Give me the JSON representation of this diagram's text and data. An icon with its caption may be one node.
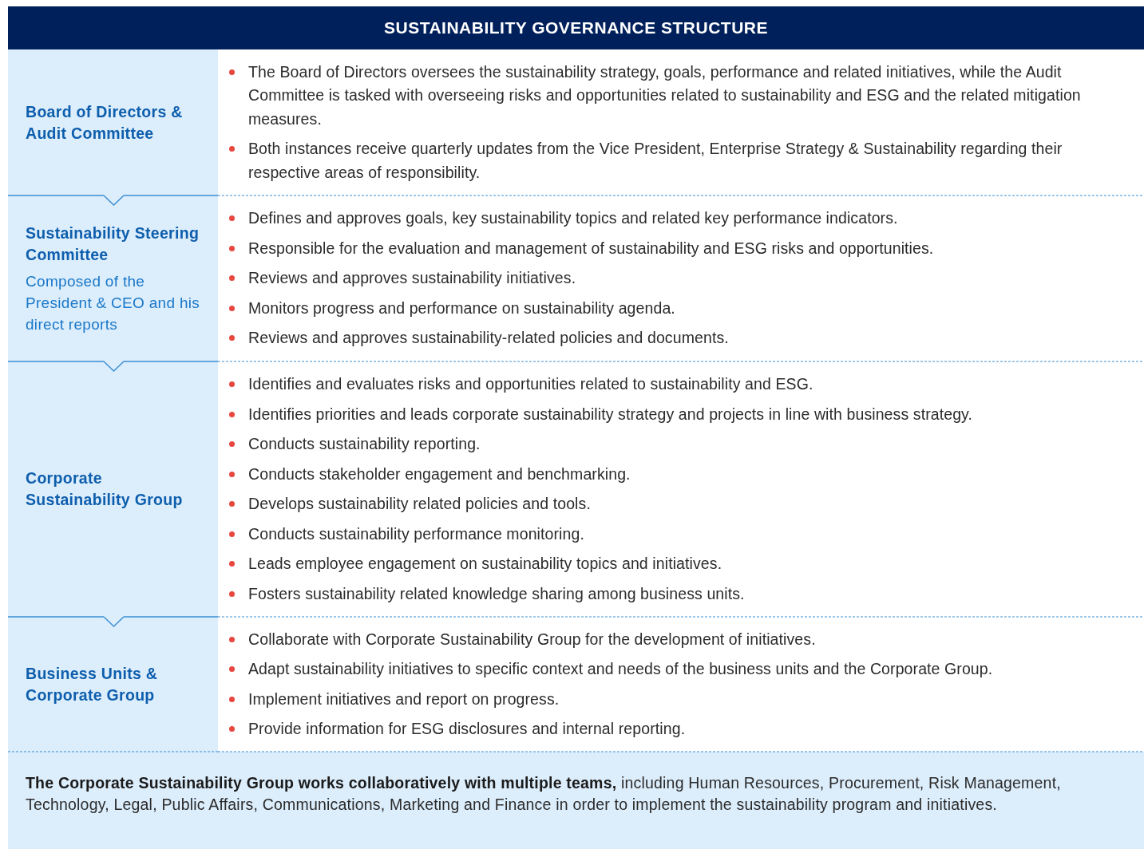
{
  "diagram": {
    "title": "SUSTAINABILITY GOVERNANCE STRUCTURE",
    "nodes": [
      {
        "text": [
          "Board of Directors & Audit Committee"
        ]
      },
      {
        "text": [
          "Sustainability Steering Committee",
          "Composed of the President & CEO and his direct reports"
        ]
      },
      {
        "text": [
          "Corporate Sustainability Group"
        ]
      },
      {
        "text": [
          "Business Units & Corporate Group"
        ]
      },
      {
        "text": [
          "**The Corporate Sustainability Group works collaboratively with multiple teams,** including Human Resources, Procurement, Risk Management, Technology, Legal, Public Affairs, Communications, Marketing and Finance in order to implement the sustainability program and initiatives."
        ]
      }
    ],
    "edges": [
      {
        "from": 0,
        "to": 1,
        "arrow": "to"
      },
      {
        "from": 1,
        "to": 2,
        "arrow": "to"
      },
      {
        "from": 2,
        "to": 3,
        "arrow": "to"
      }
    ],
    "labels": [
      "The Board of Directors oversees the sustainability strategy, goals, performance and related initiatives, while the Audit Committee is tasked with overseeing risks and opportunities related to sustainability and ESG and the related mitigation measures.",
      "Both instances receive quarterly updates from the Vice President, Enterprise Strategy & Sustainability regarding their respective areas of responsibility.",
      "Defines and approves goals, key sustainability topics and related key performance indicators.",
      "Responsible for the evaluation and management of sustainability and ESG risks and opportunities.",
      "Reviews and approves sustainability initiatives.",
      "Monitors progress and performance on sustainability agenda.",
      "Reviews and approves sustainability-related policies and documents.",
      "Identifies and evaluates risks and opportunities related to sustainability and ESG.",
      "Identifies priorities and leads corporate sustainability strategy and projects in line with business strategy.",
      "Conducts sustainability reporting.",
      "Conducts stakeholder engagement and benchmarking.",
      "Develops sustainability related policies and tools.",
      "Conducts sustainability performance monitoring.",
      "Leads employee engagement on sustainability topics and initiatives.",
      "Fosters sustainability related knowledge sharing among business units.",
      "Collaborate with Corporate Sustainability Group for the development of initiatives.",
      "Adapt sustainability initiatives to specific context and needs of the business units and the Corporate Group.",
      "Implement initiatives and report on progress.",
      "Provide information for ESG disclosures and internal reporting."
    ]
  }
}
